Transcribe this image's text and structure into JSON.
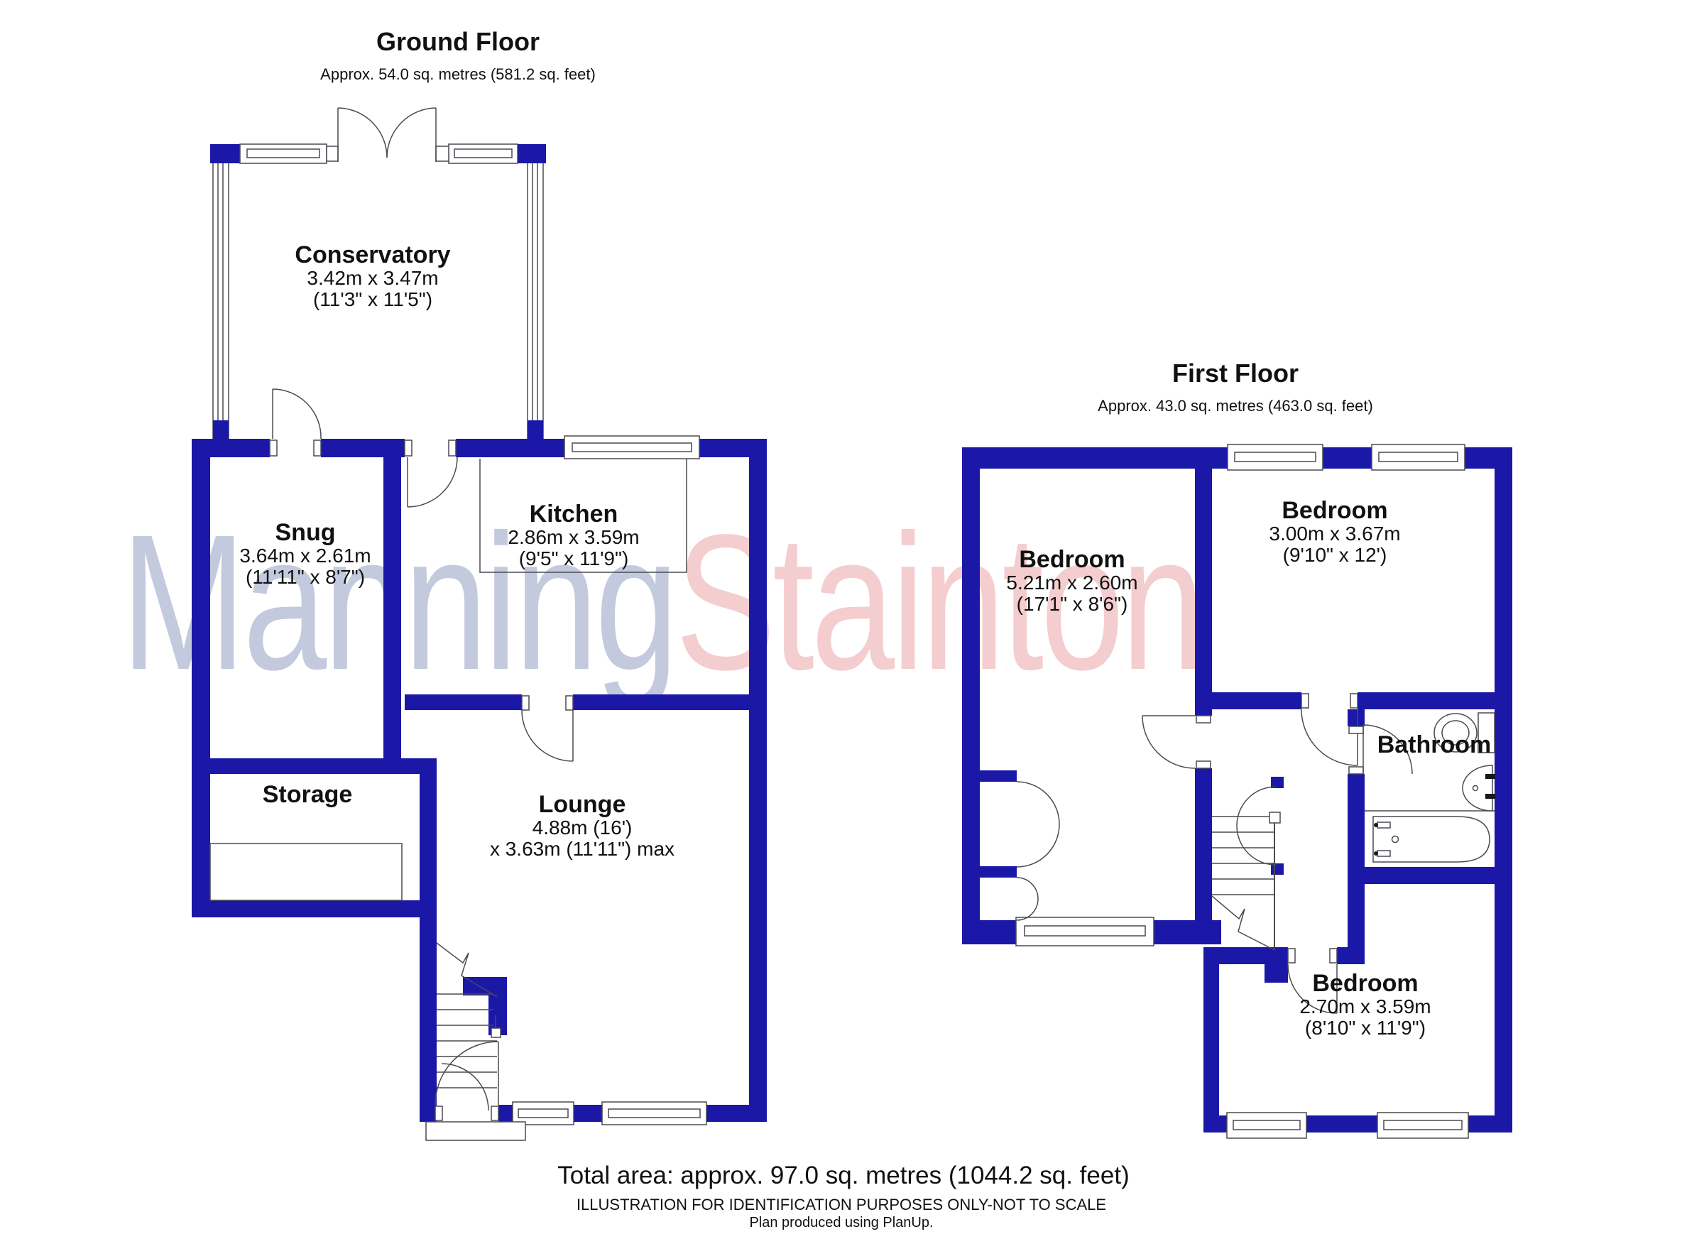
{
  "watermark": {
    "part1": "Manning",
    "part2": "Stainton",
    "part1_color": "#c3cade",
    "part2_color": "#f4cdce"
  },
  "ground_floor": {
    "title": "Ground Floor",
    "subtitle": "Approx. 54.0 sq. metres (581.2 sq. feet)",
    "rooms": {
      "conservatory": {
        "name": "Conservatory",
        "dims_metric": "3.42m x 3.47m",
        "dims_imperial": "(11'3\" x 11'5\")"
      },
      "snug": {
        "name": "Snug",
        "dims_metric": "3.64m x 2.61m",
        "dims_imperial": "(11'11\" x 8'7\")"
      },
      "kitchen": {
        "name": "Kitchen",
        "dims_metric": "2.86m x 3.59m",
        "dims_imperial": "(9'5\" x 11'9\")"
      },
      "storage": {
        "name": "Storage"
      },
      "lounge": {
        "name": "Lounge",
        "dims_metric": "4.88m (16')",
        "dims_imperial": "x 3.63m (11'11\") max"
      }
    }
  },
  "first_floor": {
    "title": "First Floor",
    "subtitle": "Approx. 43.0 sq. metres (463.0 sq. feet)",
    "rooms": {
      "bedroom_left": {
        "name": "Bedroom",
        "dims_metric": "5.21m x 2.60m",
        "dims_imperial": "(17'1\" x 8'6\")"
      },
      "bedroom_top_right": {
        "name": "Bedroom",
        "dims_metric": "3.00m x 3.67m",
        "dims_imperial": "(9'10\" x 12')"
      },
      "bathroom": {
        "name": "Bathroom"
      },
      "bedroom_bottom": {
        "name": "Bedroom",
        "dims_metric": "2.70m x 3.59m",
        "dims_imperial": "(8'10\" x 11'9\")"
      }
    }
  },
  "footer": {
    "total_area": "Total area: approx. 97.0 sq. metres (1044.2 sq. feet)",
    "disclaimer": "ILLUSTRATION FOR IDENTIFICATION PURPOSES ONLY-NOT TO SCALE",
    "produced_by": "Plan produced using PlanUp."
  },
  "colors": {
    "wall": "#1b18a8",
    "line": "#4a4a52",
    "label_text": "#111111"
  }
}
